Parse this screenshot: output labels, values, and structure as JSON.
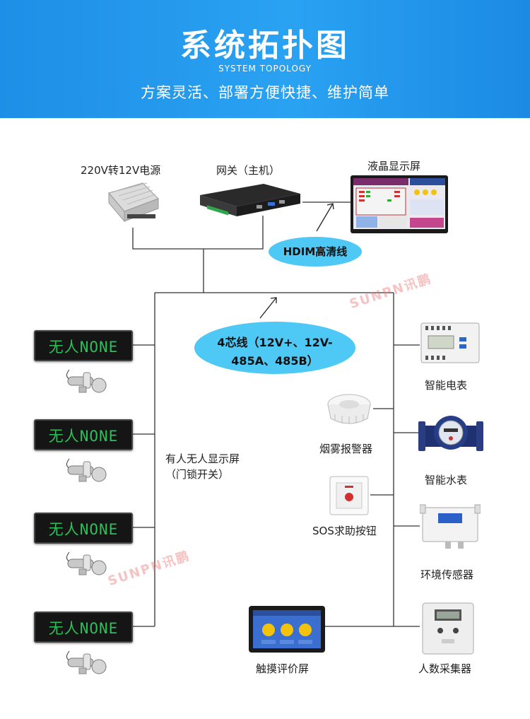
{
  "header": {
    "title": "系统拓扑图",
    "subtitle": "SYSTEM TOPOLOGY",
    "tagline": "方案灵活、部署方便快捷、维护简单"
  },
  "devices": {
    "power": "220V转12V电源",
    "gateway": "网关（主机）",
    "lcd": "液晶显示屏",
    "hdmi": "HDIM高清线",
    "cable_line1": "4芯线（12V+、12V-",
    "cable_line2": "485A、485B）",
    "occupancy_label_line1": "有人无人显示屏",
    "occupancy_label_line2": "（门锁开关）",
    "led_text": "无人NONE",
    "meter": "智能电表",
    "smoke": "烟雾报警器",
    "water": "智能水表",
    "sos": "SOS求助按钮",
    "env": "环境传感器",
    "touch": "触摸评价屏",
    "counter": "人数采集器"
  },
  "watermark": {
    "latin": "SUNPN",
    "cjk": "讯鹏"
  },
  "colors": {
    "header_blue": "#2298ec",
    "ellipse": "#4ec8f5",
    "led_green": "#2fbf5a",
    "wire": "#333333"
  }
}
